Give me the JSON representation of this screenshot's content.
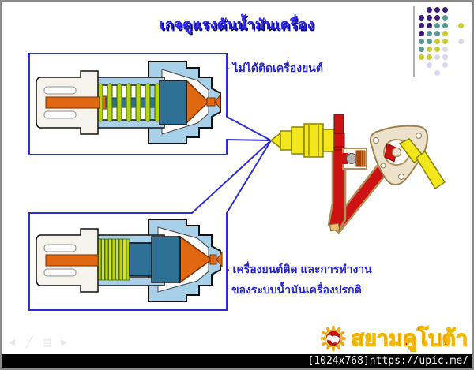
{
  "slide": {
    "title": "เกจดูแรงดันน้ำมันเครื่อง",
    "label_not_running": "- ไม่ได้ติดเครื่องยนต์",
    "label_running_1": "- เครื่องยนต์ติด และการทำงาน",
    "label_running_2": "ของระบบน้ำมันเครื่องปรกติ"
  },
  "logo": {
    "brand": "สยามคูโบต้า"
  },
  "footer": {
    "watermark": "[1024x768]https://upic.me/"
  },
  "nav_icons": [
    {
      "name": "prev-slide-icon",
      "glyph": "◄"
    },
    {
      "name": "pen-tool-icon",
      "glyph": "╱"
    },
    {
      "name": "slide-menu-icon",
      "glyph": "▤"
    },
    {
      "name": "next-slide-icon",
      "glyph": "►"
    }
  ],
  "decor_dots": {
    "colors": {
      "P": "#3b1c72",
      "T": "#579a92",
      "Y": "#cbcb33",
      "L": "#dbd7ec"
    },
    "grid": [
      ".PPP",
      "PPPT",
      "PPTT.Y",
      "PTTY",
      "TTYY.L",
      "TYYL",
      "YYLL",
      ".L.L",
      "..L"
    ]
  },
  "palette": {
    "title_blue": "#2a22f0",
    "label_blue": "#2424cc",
    "callout_border": "#2e2ed0",
    "housing_blue": "#a8d0e8",
    "piston_blue": "#2e7096",
    "spring_green": "#b5d414",
    "diaphragm_orange": "#e06812",
    "oil_red": "#cc1212",
    "pipe_outline_tan": "#b09058",
    "sensor_yellow": "#f2e71d",
    "logo_red": "#d81212",
    "logo_yellow": "#eda618"
  }
}
